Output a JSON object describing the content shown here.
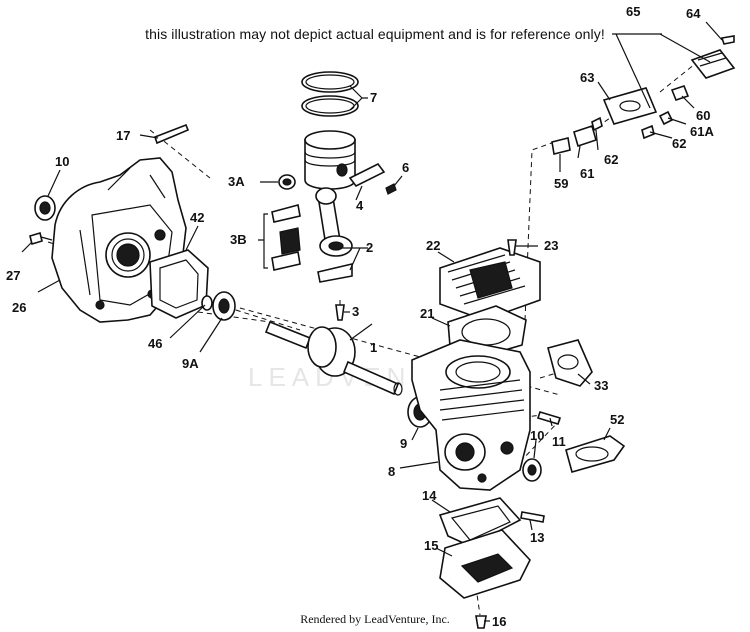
{
  "disclaimer": "this illustration may not depict actual equipment and is for reference only!",
  "footer": "Rendered by LeadVenture, Inc.",
  "watermark": "LEADVENTURE",
  "callouts": {
    "c1": "1",
    "c2": "2",
    "c3": "3",
    "c3a": "3A",
    "c3b": "3B",
    "c4": "4",
    "c6": "6",
    "c7": "7",
    "c8": "8",
    "c9": "9",
    "c9a": "9A",
    "c10a": "10",
    "c10b": "10",
    "c11": "11",
    "c13": "13",
    "c14": "14",
    "c15": "15",
    "c16": "16",
    "c17": "17",
    "c21": "21",
    "c22": "22",
    "c23": "23",
    "c26": "26",
    "c27": "27",
    "c33": "33",
    "c42": "42",
    "c46": "46",
    "c52": "52",
    "c59": "59",
    "c60": "60",
    "c61": "61",
    "c61a": "61A",
    "c62a": "62",
    "c62b": "62",
    "c63": "63",
    "c64": "64",
    "c65": "65"
  }
}
